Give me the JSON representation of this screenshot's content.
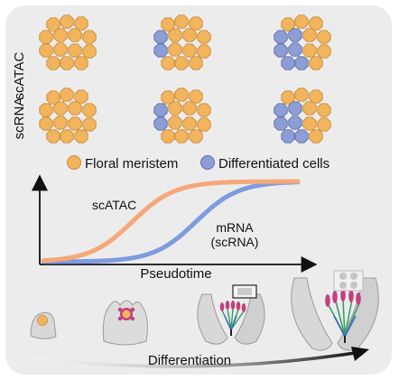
{
  "rows": [
    {
      "label": "scATAC"
    },
    {
      "label": "scRNA"
    }
  ],
  "legend": [
    {
      "label": "Floral meristem",
      "color": "#f2b45c"
    },
    {
      "label": "Differentiated cells",
      "color": "#8d9ed6"
    }
  ],
  "colors": {
    "meristem": "#f2b45c",
    "meristem_stroke": "#c98b3a",
    "differentiated": "#8d9ed6",
    "differentiated_stroke": "#5f70a8",
    "background": "#ececec",
    "atac_curve": "#f5a878",
    "rna_curve": "#7f9be0"
  },
  "pseudotime_plot": {
    "xlabel": "Pseudotime",
    "curves": [
      {
        "name": "scATAC",
        "label": "scATAC",
        "midpoint": 0.35,
        "color": "#f5a878"
      },
      {
        "name": "mRNA (scRNA)",
        "label_lines": [
          "mRNA",
          "(scRNA)"
        ],
        "midpoint": 0.6,
        "color": "#7f9be0"
      }
    ]
  },
  "differentiation": {
    "label": "Differentiation",
    "stages": [
      "floral meristem bud",
      "early flower bud",
      "developing flower",
      "open flower"
    ]
  }
}
